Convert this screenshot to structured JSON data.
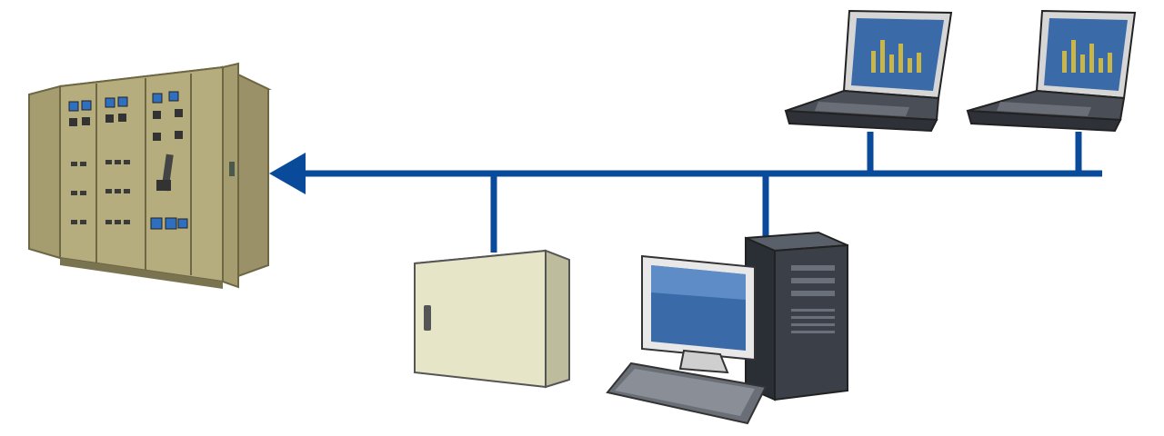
{
  "colors": {
    "network_line": "#0a4a9a",
    "cabinet_body": "#b6ad7e",
    "cabinet_dark": "#8f875f",
    "control_box": "#e6e5c8",
    "monitor_screen": "#3a6aa8",
    "tower": "#3a3f48",
    "laptop_body": "#5a5e66",
    "keyboard": "#6a6e76"
  },
  "devices": [
    {
      "name": "switchgear-cabinet",
      "icon": "industrial-cabinet-icon"
    },
    {
      "name": "control-box",
      "icon": "wall-enclosure-icon"
    },
    {
      "name": "desktop-pc",
      "icon": "desktop-computer-icon"
    },
    {
      "name": "laptop-1",
      "icon": "laptop-icon"
    },
    {
      "name": "laptop-2",
      "icon": "laptop-icon"
    }
  ]
}
